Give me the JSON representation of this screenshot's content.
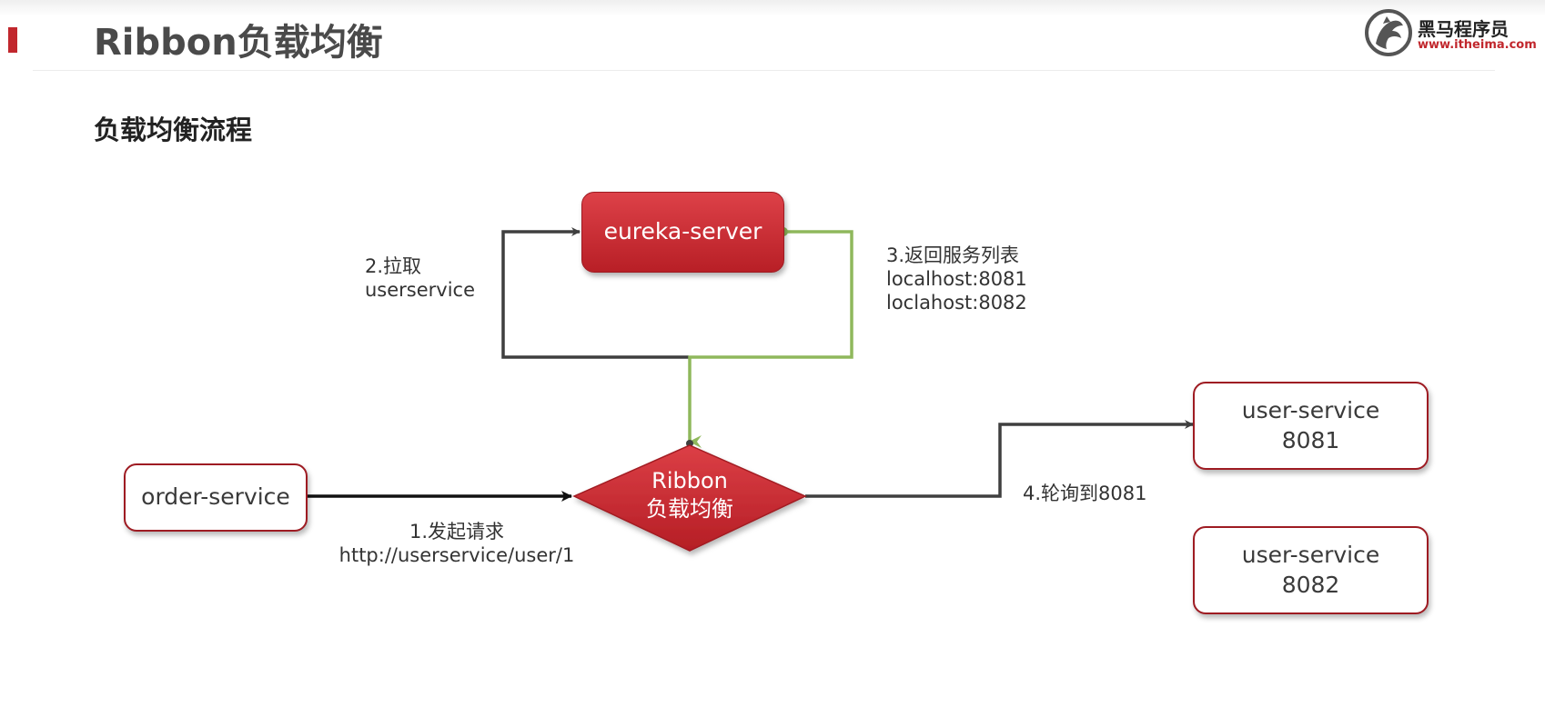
{
  "header": {
    "title": "Ribbon负载均衡",
    "logo_name": "黑马程序员",
    "logo_url": "www.itheima.com"
  },
  "section": {
    "title": "负载均衡流程"
  },
  "diagram": {
    "eureka_server": "eureka-server",
    "order_service": "order-service",
    "ribbon": {
      "line1": "Ribbon",
      "line2": "负载均衡"
    },
    "user_service_1": {
      "name": "user-service",
      "port": "8081"
    },
    "user_service_2": {
      "name": "user-service",
      "port": "8082"
    },
    "step1": {
      "line1": "1.发起请求",
      "line2": "http://userservice/user/1"
    },
    "step2": {
      "line1": "2.拉取",
      "line2": "userservice"
    },
    "step3": {
      "line1": "3.返回服务列表",
      "line2": "localhost:8081",
      "line3": "loclahost:8082"
    },
    "step4": {
      "line1": "4.轮询到8081"
    }
  },
  "colors": {
    "brand_red": "#c1272d",
    "node_border": "#9e1b22",
    "arrow_dark": "#3f3f3f",
    "arrow_green": "#8fb85c"
  }
}
